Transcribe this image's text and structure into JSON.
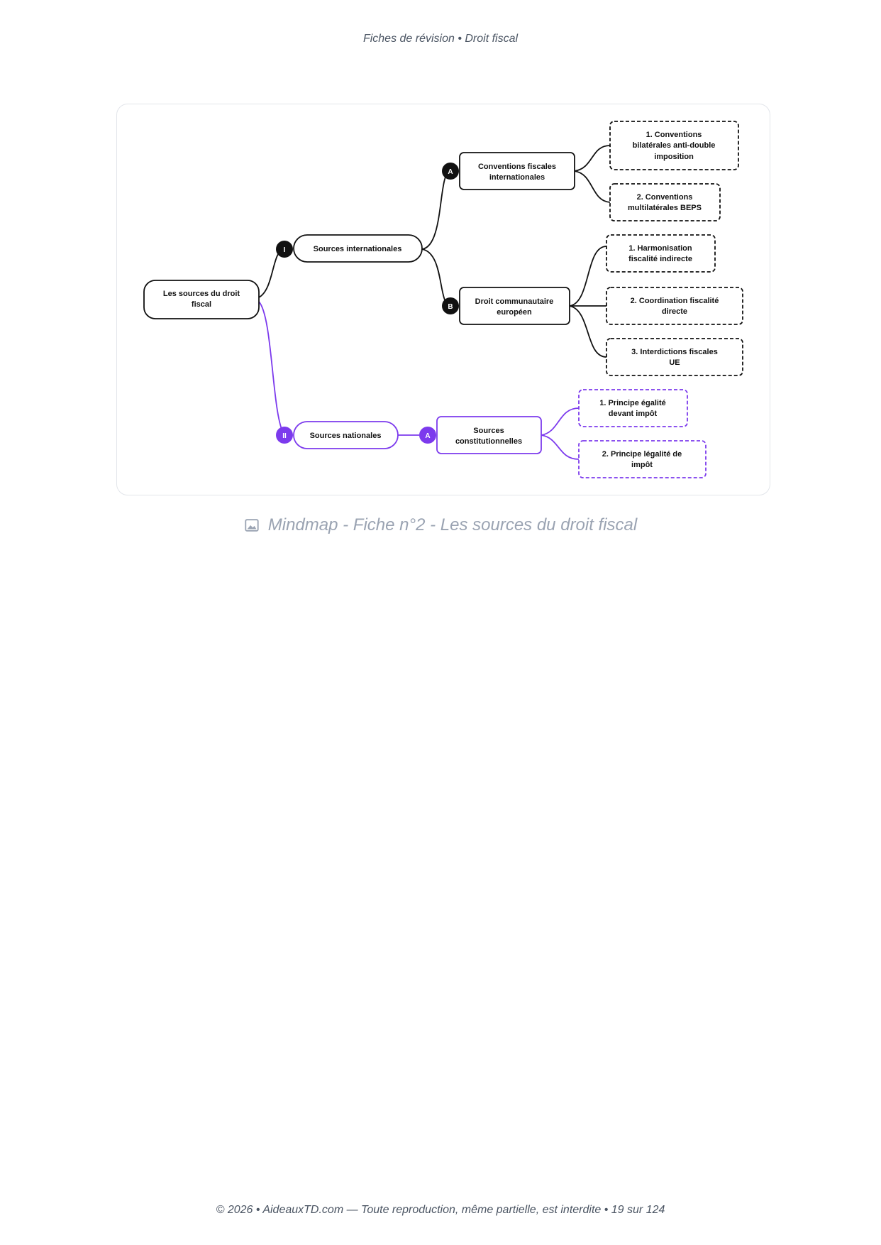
{
  "header": {
    "text": "Fiches de révision • Droit fiscal"
  },
  "mindmap": {
    "root": {
      "label_lines": [
        "Les sources du droit",
        "fiscal"
      ]
    },
    "branches": [
      {
        "badge": "I",
        "label_lines": [
          "Sources internationales"
        ],
        "color": "#111111",
        "children": [
          {
            "badge": "A",
            "label_lines": [
              "Conventions fiscales",
              "internationales"
            ],
            "children": [
              {
                "label_lines": [
                  "1. Conventions",
                  "bilatérales anti-double",
                  "imposition"
                ]
              },
              {
                "label_lines": [
                  "2. Conventions",
                  "multilatérales BEPS"
                ]
              }
            ]
          },
          {
            "badge": "B",
            "label_lines": [
              "Droit communautaire",
              "européen"
            ],
            "children": [
              {
                "label_lines": [
                  "1. Harmonisation",
                  "fiscalité indirecte"
                ]
              },
              {
                "label_lines": [
                  "2. Coordination fiscalité",
                  "directe"
                ]
              },
              {
                "label_lines": [
                  "3. Interdictions fiscales",
                  "UE"
                ]
              }
            ]
          }
        ]
      },
      {
        "badge": "II",
        "label_lines": [
          "Sources nationales"
        ],
        "color": "#7c3aed",
        "children": [
          {
            "badge": "A",
            "label_lines": [
              "Sources",
              "constitutionnelles"
            ],
            "children": [
              {
                "label_lines": [
                  "1. Principe égalité",
                  "devant impôt"
                ]
              },
              {
                "label_lines": [
                  "2. Principe légalité de",
                  "impôt"
                ]
              }
            ]
          }
        ]
      }
    ]
  },
  "caption": {
    "icon": "image-icon",
    "text": "Mindmap - Fiche n°2 - Les sources du droit fiscal"
  },
  "footer": {
    "text": "© 2026 • AideauxTD.com — Toute reproduction, même partielle, est interdite • 19 sur 124"
  },
  "colors": {
    "black_branch": "#111111",
    "purple_branch": "#7c3aed",
    "caption_text": "#9aa3b2"
  }
}
